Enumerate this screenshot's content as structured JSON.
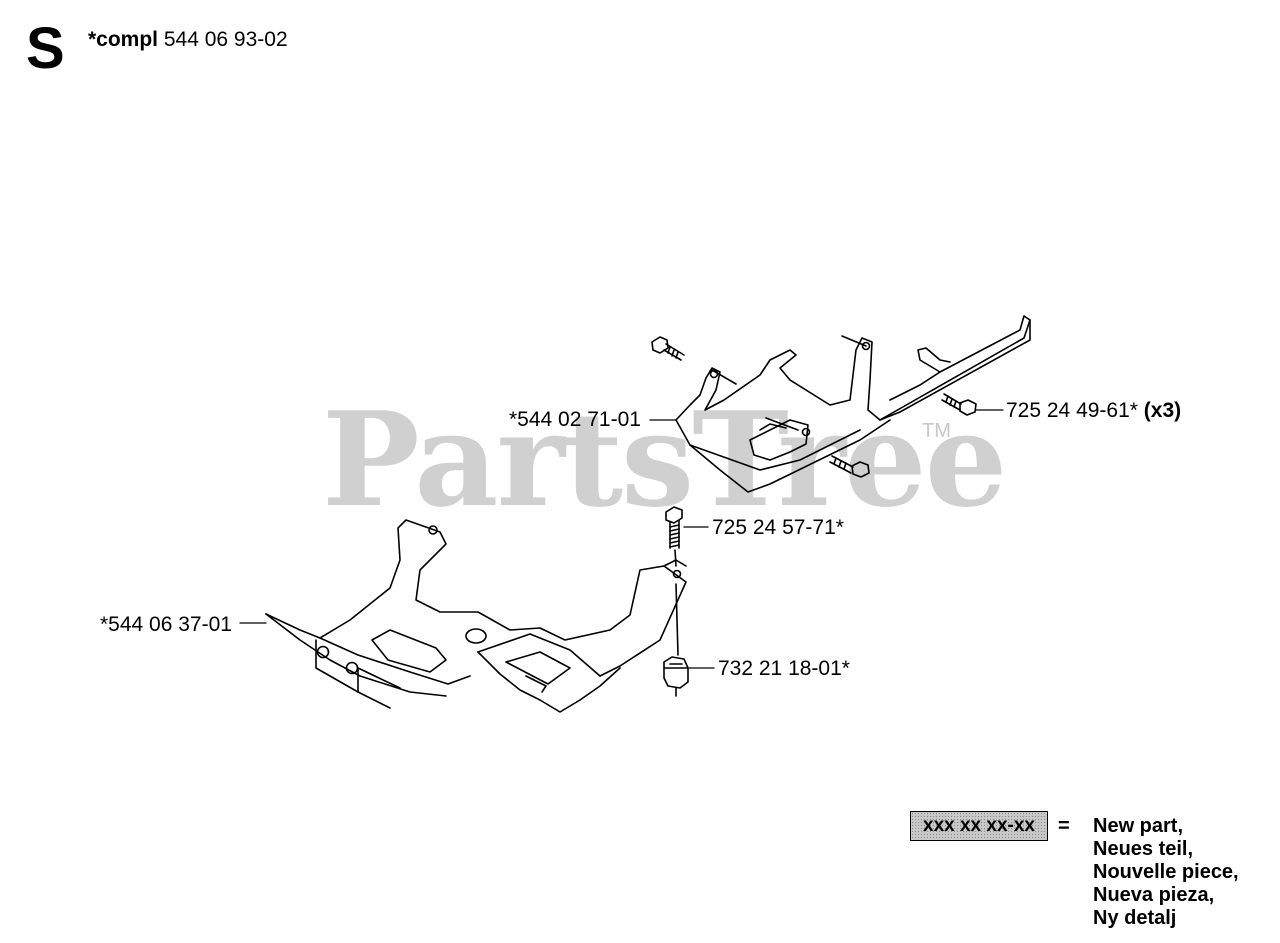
{
  "header": {
    "section_letter": "S",
    "compl_prefix": "*compl",
    "compl_number": "544 06 93-02"
  },
  "watermark": {
    "text": "PartsTree",
    "trademark": "TM"
  },
  "callouts": [
    {
      "id": "upper-bracket",
      "text": "*544 02 71-01",
      "suffix": ""
    },
    {
      "id": "upper-screws",
      "text": "725 24 49-61*",
      "suffix": "(x3)"
    },
    {
      "id": "screw",
      "text": "725 24 57-71*",
      "suffix": ""
    },
    {
      "id": "lower-bracket",
      "text": "*544 06 37-01",
      "suffix": ""
    },
    {
      "id": "nut",
      "text": "732 21 18-01*",
      "suffix": ""
    }
  ],
  "legend": {
    "sample": "xxx xx xx-xx",
    "equals": "=",
    "lines": [
      "New part,",
      "Neues teil,",
      "Nouvelle piece,",
      "Nueva pieza,",
      "Ny detalj"
    ]
  },
  "colors": {
    "line": "#000000",
    "watermark": "#d0d0d0",
    "legend_fill": "#c9c9c9"
  }
}
